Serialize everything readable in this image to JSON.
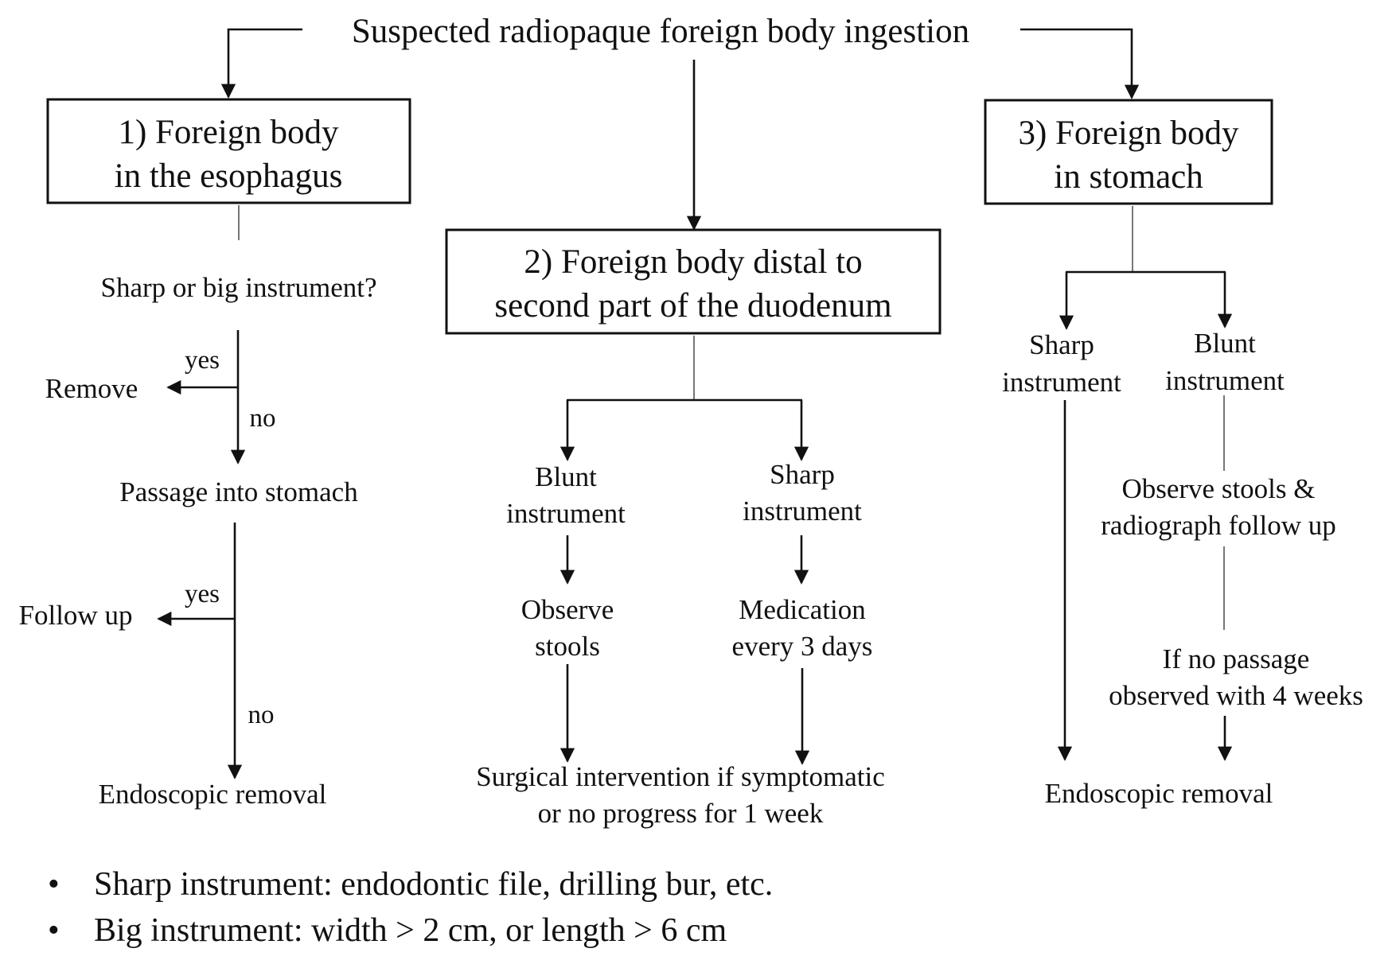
{
  "title": "Suspected radiopaque foreign body ingestion",
  "branch_esophagus": {
    "heading_line1": "1) Foreign body",
    "heading_line2": "in the esophagus",
    "question": "Sharp or big instrument?",
    "yes_label_1": "yes",
    "remove": "Remove",
    "no_label_1": "no",
    "passage": "Passage into stomach",
    "yes_label_2": "yes",
    "follow_up": "Follow up",
    "no_label_2": "no",
    "endoscopic": "Endoscopic removal"
  },
  "branch_duodenum": {
    "heading_line1": "2) Foreign body distal to",
    "heading_line2": "second part of the duodenum",
    "blunt_line1": "Blunt",
    "blunt_line2": "instrument",
    "sharp_line1": "Sharp",
    "sharp_line2": "instrument",
    "observe_line1": "Observe",
    "observe_line2": "stools",
    "medication_line1": "Medication",
    "medication_line2": "every 3 days",
    "surgical_line1": "Surgical intervention if symptomatic",
    "surgical_line2": "or no progress for 1 week"
  },
  "branch_stomach": {
    "heading_line1": "3) Foreign body",
    "heading_line2": "in stomach",
    "sharp_line1": "Sharp",
    "sharp_line2": "instrument",
    "blunt_line1": "Blunt",
    "blunt_line2": "instrument",
    "observe_line1": "Observe stools &",
    "observe_line2": "radiograph follow up",
    "nopassage_line1": "If no passage",
    "nopassage_line2": "observed with 4 weeks",
    "endoscopic": "Endoscopic removal"
  },
  "notes": [
    "Sharp instrument: endodontic file, drilling bur, etc.",
    "Big instrument: width > 2 cm, or length > 6 cm"
  ],
  "bullet": "•"
}
